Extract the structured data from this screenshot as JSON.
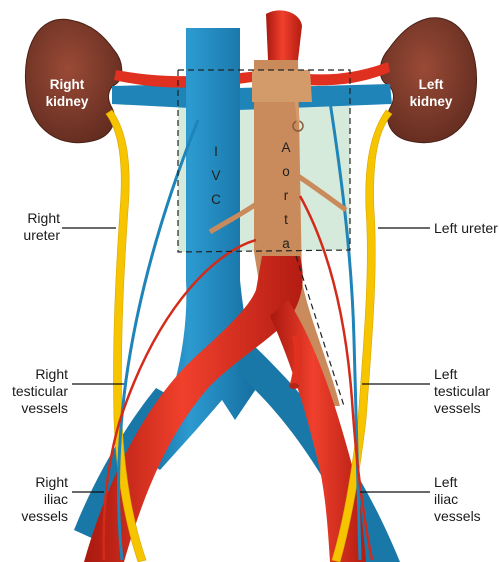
{
  "labels": {
    "right_kidney": "Right\nkidney",
    "left_kidney": "Left\nkidney",
    "ivc": "IVC",
    "aorta": "Aorta",
    "right_ureter": "Right\nureter",
    "left_ureter": "Left ureter",
    "right_testicular": "Right\ntesticular\nvessels",
    "left_testicular": "Left\ntesticular\nvessels",
    "right_iliac": "Right\niliac\nvessels",
    "left_iliac": "Left\niliac\nvessels"
  },
  "colors": {
    "kidney": "#7a3a2a",
    "ivc": "#1f84b8",
    "aorta": "#e0301f",
    "ureter": "#f7c400",
    "retroperitoneum": "#cfe6d6",
    "aorta_sheath": "#c98b5c",
    "box_line": "#222222"
  }
}
